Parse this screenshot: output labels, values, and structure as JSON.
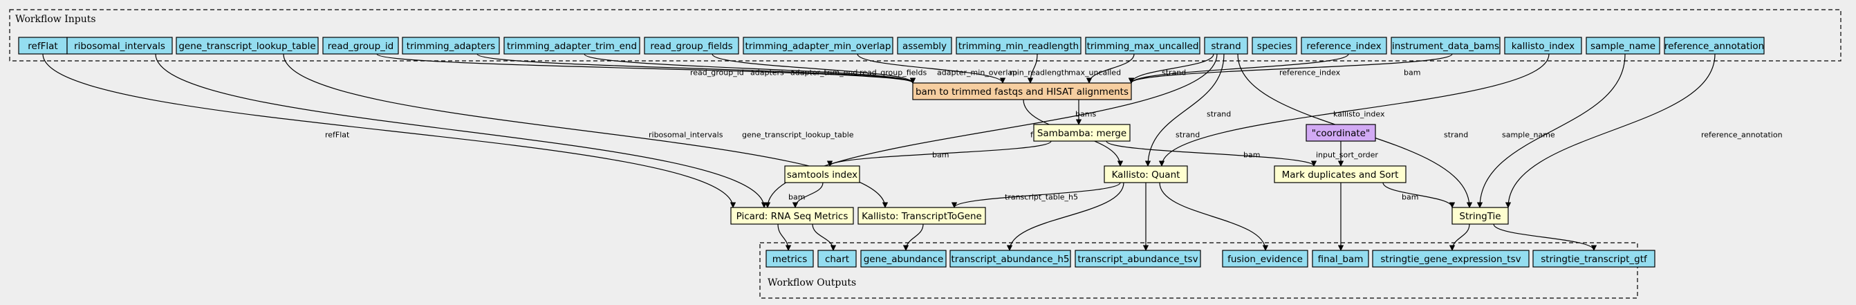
{
  "colors": {
    "input": "#94ddf0",
    "step": "#ffffd0",
    "bam_step": "#f6cea0",
    "value": "#d2aaf4",
    "output": "#94ddf0",
    "background": "#eeeeee"
  },
  "clusters": {
    "inputs": "Workflow Inputs",
    "outputs": "Workflow Outputs"
  },
  "nodes": {
    "in_refflat": "refFlat",
    "in_ribosomal_intervals": "ribosomal_intervals",
    "in_gene_transcript_lookup_table": "gene_transcript_lookup_table",
    "in_read_group_id": "read_group_id",
    "in_trimming_adapters": "trimming_adapters",
    "in_trimming_adapter_trim_end": "trimming_adapter_trim_end",
    "in_read_group_fields": "read_group_fields",
    "in_trimming_adapter_min_overlap": "trimming_adapter_min_overlap",
    "in_assembly": "assembly",
    "in_trimming_min_readlength": "trimming_min_readlength",
    "in_trimming_max_uncalled": "trimming_max_uncalled",
    "in_strand": "strand",
    "in_species": "species",
    "in_reference_index": "reference_index",
    "in_instrument_data_bams": "instrument_data_bams",
    "in_kallisto_index": "kallisto_index",
    "in_sample_name": "sample_name",
    "in_reference_annotation": "reference_annotation",
    "step_bam_to_trimmed": "bam to trimmed fastqs and HISAT alignments",
    "step_sambamba_merge": "Sambamba: merge",
    "step_samtools_index": "samtools index",
    "step_kallisto_quant": "Kallisto: Quant",
    "value_coordinate": "\"coordinate\"",
    "step_mark_duplicates": "Mark duplicates and Sort",
    "step_picard_rnaseq": "Picard: RNA Seq Metrics",
    "step_kallisto_t2g": "Kallisto: TranscriptToGene",
    "step_stringtie": "StringTie",
    "out_metrics": "metrics",
    "out_chart": "chart",
    "out_gene_abundance": "gene_abundance",
    "out_transcript_abundance_h5": "transcript_abundance_h5",
    "out_transcript_abundance_tsv": "transcript_abundance_tsv",
    "out_fusion_evidence": "fusion_evidence",
    "out_final_bam": "final_bam",
    "out_stringtie_gene_expression_tsv": "stringtie_gene_expression_tsv",
    "out_stringtie_transcript_gtf": "stringtie_transcript_gtf"
  },
  "edges": [
    {
      "from": "in_refflat",
      "to": "step_picard_rnaseq",
      "label": "refFlat"
    },
    {
      "from": "in_ribosomal_intervals",
      "to": "step_picard_rnaseq",
      "label": "ribosomal_intervals"
    },
    {
      "from": "in_gene_transcript_lookup_table",
      "to": "step_kallisto_t2g",
      "label": "gene_transcript_lookup_table"
    },
    {
      "from": "in_read_group_id",
      "to": "step_bam_to_trimmed",
      "label": "read_group_id"
    },
    {
      "from": "in_trimming_adapters",
      "to": "step_bam_to_trimmed",
      "label": "adapters"
    },
    {
      "from": "in_trimming_adapter_trim_end",
      "to": "step_bam_to_trimmed",
      "label": "adapter_trim_end"
    },
    {
      "from": "in_read_group_fields",
      "to": "step_bam_to_trimmed",
      "label": "read_group_fields"
    },
    {
      "from": "in_trimming_adapter_min_overlap",
      "to": "step_bam_to_trimmed",
      "label": "adapter_min_overlap"
    },
    {
      "from": "in_trimming_min_readlength",
      "to": "step_bam_to_trimmed",
      "label": "min_readlength"
    },
    {
      "from": "in_trimming_max_uncalled",
      "to": "step_bam_to_trimmed",
      "label": "max_uncalled"
    },
    {
      "from": "in_strand",
      "to": "step_bam_to_trimmed",
      "label": "strand"
    },
    {
      "from": "in_reference_index",
      "to": "step_bam_to_trimmed",
      "label": "reference_index"
    },
    {
      "from": "in_instrument_data_bams",
      "to": "step_bam_to_trimmed",
      "label": "bam"
    },
    {
      "from": "in_strand",
      "to": "step_kallisto_quant",
      "label": "strand"
    },
    {
      "from": "in_strand",
      "to": "step_picard_rnaseq",
      "label": "strand"
    },
    {
      "from": "in_strand",
      "to": "step_stringtie",
      "label": "strand"
    },
    {
      "from": "in_kallisto_index",
      "to": "step_kallisto_quant",
      "label": "kallisto_index"
    },
    {
      "from": "in_sample_name",
      "to": "step_stringtie",
      "label": "sample_name"
    },
    {
      "from": "in_reference_annotation",
      "to": "step_stringtie",
      "label": "reference_annotation"
    },
    {
      "from": "step_bam_to_trimmed",
      "to": "step_sambamba_merge",
      "label": "bams"
    },
    {
      "from": "step_bam_to_trimmed",
      "to": "step_kallisto_quant",
      "label": "fastqs"
    },
    {
      "from": "step_sambamba_merge",
      "to": "step_samtools_index",
      "label": "bam"
    },
    {
      "from": "step_sambamba_merge",
      "to": "step_mark_duplicates",
      "label": "bam"
    },
    {
      "from": "value_coordinate",
      "to": "step_mark_duplicates",
      "label": "input_sort_order"
    },
    {
      "from": "step_samtools_index",
      "to": "step_picard_rnaseq",
      "label": "bam"
    },
    {
      "from": "step_kallisto_quant",
      "to": "step_kallisto_t2g",
      "label": "transcript_table_h5"
    },
    {
      "from": "step_mark_duplicates",
      "to": "step_stringtie",
      "label": "bam"
    },
    {
      "from": "step_picard_rnaseq",
      "to": "out_metrics",
      "label": ""
    },
    {
      "from": "step_picard_rnaseq",
      "to": "out_chart",
      "label": ""
    },
    {
      "from": "step_kallisto_t2g",
      "to": "out_gene_abundance",
      "label": ""
    },
    {
      "from": "step_kallisto_quant",
      "to": "out_transcript_abundance_h5",
      "label": ""
    },
    {
      "from": "step_kallisto_quant",
      "to": "out_transcript_abundance_tsv",
      "label": ""
    },
    {
      "from": "step_kallisto_quant",
      "to": "out_fusion_evidence",
      "label": ""
    },
    {
      "from": "step_mark_duplicates",
      "to": "out_final_bam",
      "label": ""
    },
    {
      "from": "step_stringtie",
      "to": "out_stringtie_gene_expression_tsv",
      "label": ""
    },
    {
      "from": "step_stringtie",
      "to": "out_stringtie_transcript_gtf",
      "label": ""
    }
  ]
}
